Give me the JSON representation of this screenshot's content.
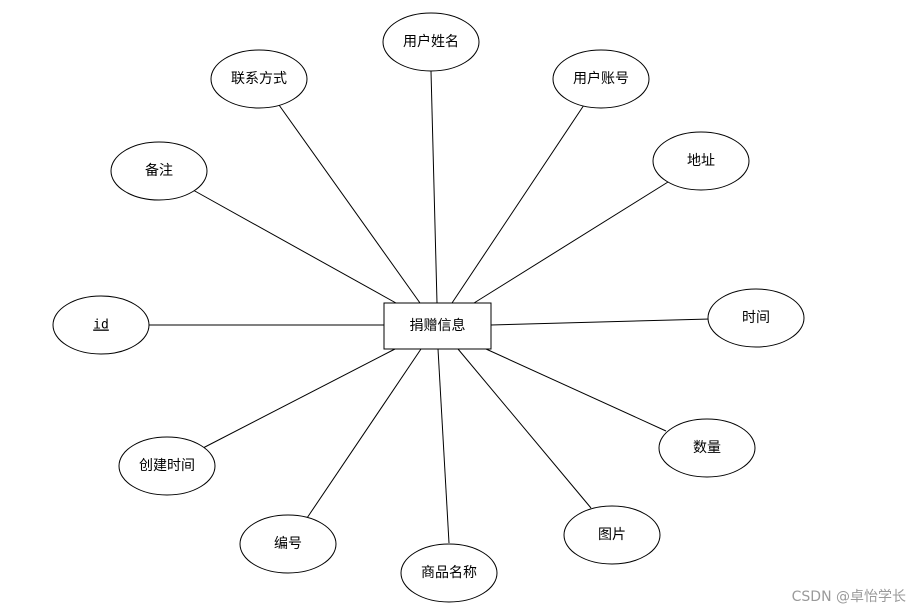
{
  "entity": {
    "name": "捐赠信息"
  },
  "attributes": [
    {
      "key": "user_name",
      "label": "用户姓名"
    },
    {
      "key": "user_account",
      "label": "用户账号"
    },
    {
      "key": "address",
      "label": "地址"
    },
    {
      "key": "time",
      "label": "时间"
    },
    {
      "key": "quantity",
      "label": "数量"
    },
    {
      "key": "picture",
      "label": "图片"
    },
    {
      "key": "product_name",
      "label": "商品名称"
    },
    {
      "key": "number",
      "label": "编号"
    },
    {
      "key": "create_time",
      "label": "创建时间"
    },
    {
      "key": "id",
      "label": "id",
      "primary_key": true
    },
    {
      "key": "remark",
      "label": "备注"
    },
    {
      "key": "contact",
      "label": "联系方式"
    }
  ],
  "watermark": "CSDN @卓怡学长"
}
